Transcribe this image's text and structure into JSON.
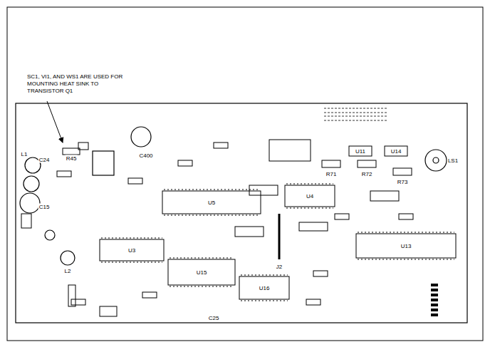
{
  "diagram": {
    "labels": [
      "SC1, VI1, AND WS1 ARE USED FOR MOUNTING HEAT SINK TO TRANSISTOR Q1",
      "C400",
      "L1",
      "C24",
      "C15",
      "L2",
      "R45",
      "U5",
      "U4",
      "U3",
      "U15",
      "U16",
      "U13",
      "U11",
      "U14",
      "R71",
      "R72",
      "R73",
      "LS1",
      "J2",
      "C25"
    ]
  }
}
